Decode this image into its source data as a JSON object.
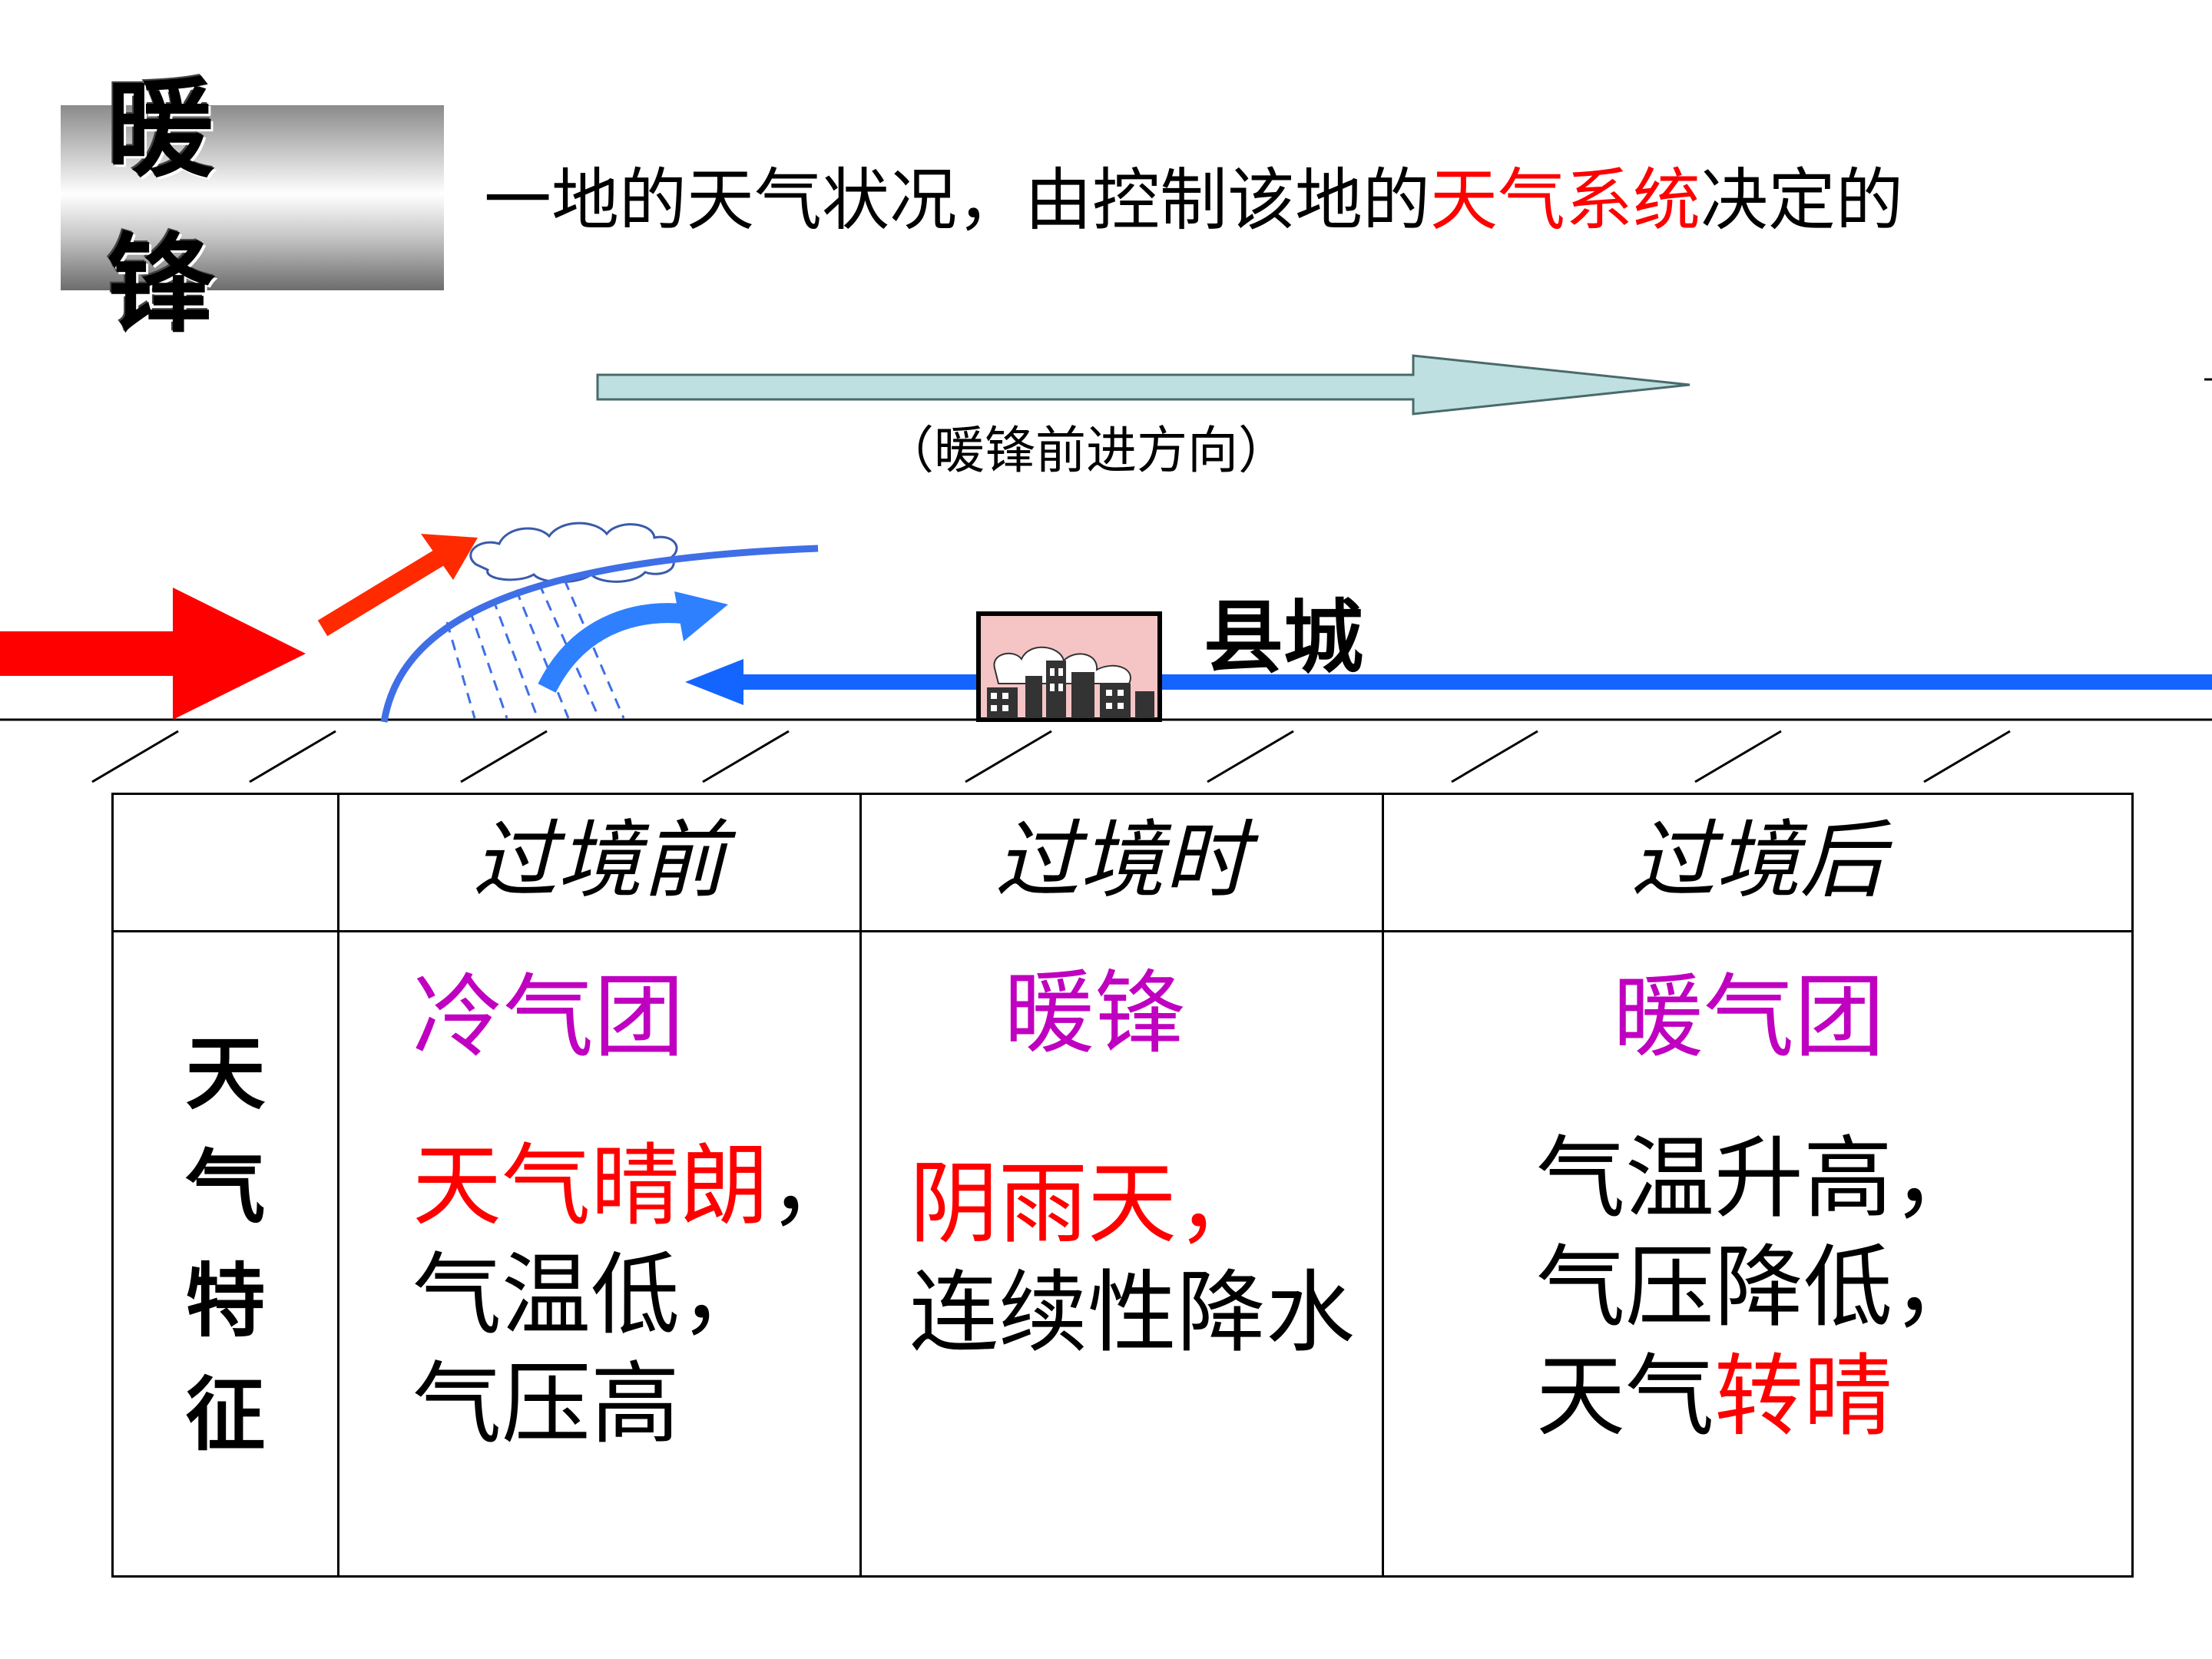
{
  "title": "暖 锋",
  "headline": {
    "before": "一地的天气状况，由控制该地的",
    "highlight": "天气系统",
    "after": "决定的"
  },
  "diagram": {
    "direction_caption": "（暖锋前进方向）",
    "county_label": "县城"
  },
  "table": {
    "headers": [
      "过境前",
      "过境时",
      "过境后"
    ],
    "row_label": [
      "天",
      "气",
      "特",
      "征"
    ],
    "before": {
      "mass": "冷气团",
      "line1": "天气晴朗",
      "line1_suffix": "，",
      "line2": "气温低，",
      "line3": "气压高"
    },
    "during": {
      "mass": "暖锋",
      "line1": "阴雨天，",
      "line2": "连续性降水"
    },
    "after": {
      "mass": "暖气团",
      "line1": "气温升高，",
      "line2": "气压降低，",
      "line3_prefix": "天气",
      "line3_highlight": "转晴"
    }
  },
  "colors": {
    "accent_red": "#ff0000",
    "mass_purple": "#c000c0",
    "cold_air_blue": "#1464ff",
    "direction_arrow_fill": "#bfe0e0"
  }
}
